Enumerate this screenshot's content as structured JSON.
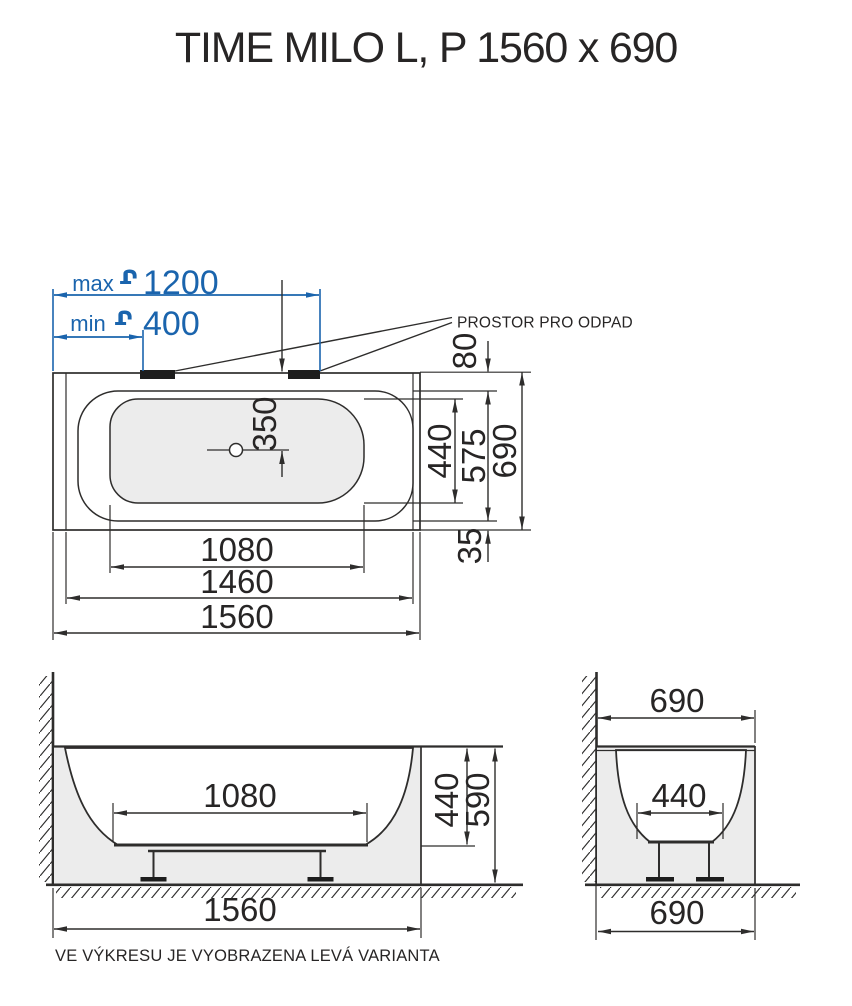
{
  "title": "TIME MILO L, P 1560 x 690",
  "footnote": "VE VÝKRESU JE VYOBRAZENA LEVÁ VARIANTA",
  "colors": {
    "line": "#2e2d2c",
    "blue": "#1a64ad",
    "fill": "#ececec"
  },
  "top_view": {
    "faucet_max_label": "max",
    "faucet_max_value": "1200",
    "faucet_min_label": "min",
    "faucet_min_value": "400",
    "drain_space_label": "PROSTOR PRO ODPAD",
    "dim_top_offset": "80",
    "dim_basin_width": "440",
    "dim_inner_width": "575",
    "dim_overall_width": "690",
    "dim_bottom_offset": "35",
    "dim_drain_distance": "350",
    "dim_basin_length": "1080",
    "dim_inner_length": "1460",
    "dim_overall_length": "1560"
  },
  "front_view": {
    "dim_floor_length": "1080",
    "dim_inner_depth": "440",
    "dim_total_height": "590",
    "dim_overall_length": "1560"
  },
  "end_view": {
    "dim_overall_width_top": "690",
    "dim_floor_width": "440",
    "dim_overall_width_bottom": "690"
  }
}
